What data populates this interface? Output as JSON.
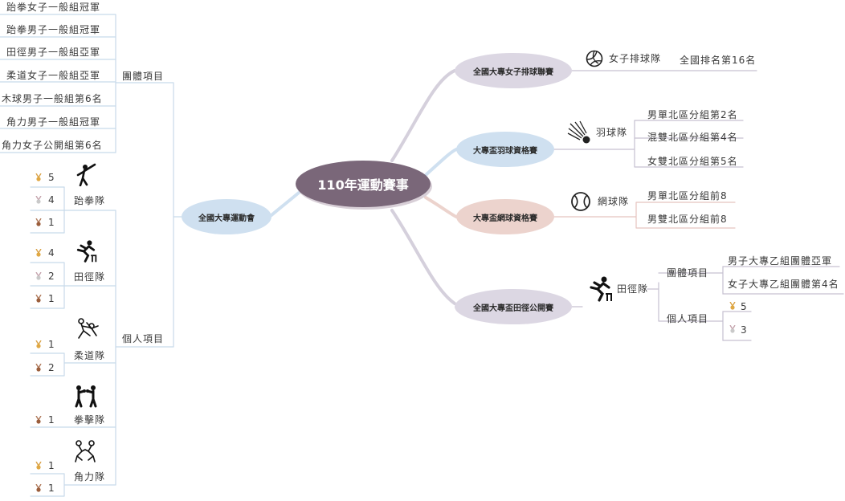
{
  "center_topic": "110年運動賽事",
  "colors": {
    "center": "#7a6779",
    "purple": "#d8d3e0",
    "blue": "#cfe0f0",
    "pink": "#ecd3cd",
    "gold": "#e0a843",
    "silver": "#c9c9c9",
    "bronze": "#9b5e3c"
  },
  "right": {
    "volleyball": {
      "title": "全國大專女子排球聯賽",
      "team": "女子排球隊",
      "icon": "volleyball-icon",
      "results": [
        "全國排名第16名"
      ]
    },
    "badminton": {
      "title": "大專盃羽球資格賽",
      "team": "羽球隊",
      "icon": "shuttlecock-icon",
      "results": [
        "男單北區分組第2名",
        "混雙北區分組第4名",
        "女雙北區分組第5名"
      ]
    },
    "tennis": {
      "title": "大專盃網球資格賽",
      "team": "網球隊",
      "icon": "tennis-ball-icon",
      "results": [
        "男單北區分組前8",
        "男雙北區分組前8"
      ]
    },
    "athletics": {
      "title": "全國大專盃田徑公開賽",
      "team": "田徑隊",
      "icon": "hurdler-icon",
      "team_label": "團體項目",
      "team_results": [
        "男子大專乙組團體亞軍",
        "女子大專乙組團體第4名"
      ],
      "individual_label": "個人項目",
      "medals": [
        {
          "type": "gold",
          "count": "5"
        },
        {
          "type": "silver",
          "count": "3"
        }
      ]
    }
  },
  "left": {
    "title": "全國大專運動會",
    "team_label": "團體項目",
    "team_results": [
      "跆拳女子一般組冠軍",
      "跆拳男子一般組冠軍",
      "田徑男子一般組亞軍",
      "柔道女子一般組亞軍",
      "木球男子一般組第6名",
      "角力男子一般組冠軍",
      "角力女子公開組第6名"
    ],
    "individual_label": "個人項目",
    "teams": [
      {
        "name": "跆拳隊",
        "icon": "taekwondo-icon",
        "medals": [
          {
            "type": "gold",
            "count": "5"
          },
          {
            "type": "silver",
            "count": "4"
          },
          {
            "type": "bronze",
            "count": "1"
          }
        ]
      },
      {
        "name": "田徑隊",
        "icon": "hurdler-icon",
        "medals": [
          {
            "type": "gold",
            "count": "4"
          },
          {
            "type": "silver",
            "count": "2"
          },
          {
            "type": "bronze",
            "count": "1"
          }
        ]
      },
      {
        "name": "柔道隊",
        "icon": "judo-icon",
        "medals": [
          {
            "type": "gold",
            "count": "1"
          },
          {
            "type": "bronze",
            "count": "2"
          }
        ]
      },
      {
        "name": "拳擊隊",
        "icon": "boxing-icon",
        "medals": [
          {
            "type": "bronze",
            "count": "1"
          }
        ]
      },
      {
        "name": "角力隊",
        "icon": "wrestling-icon",
        "medals": [
          {
            "type": "gold",
            "count": "1"
          },
          {
            "type": "bronze",
            "count": "1"
          }
        ]
      }
    ]
  }
}
